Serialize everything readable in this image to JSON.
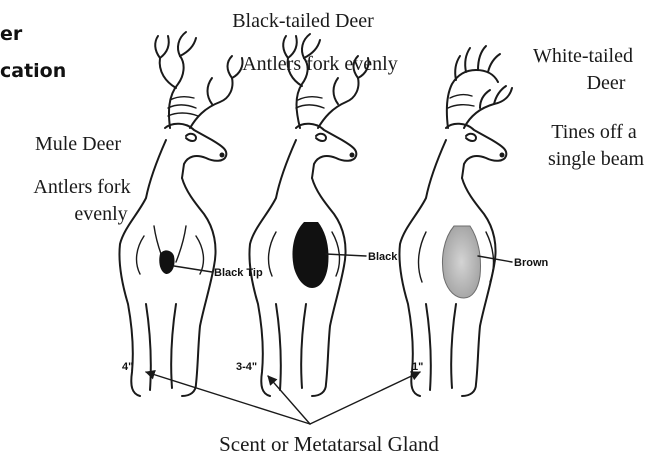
{
  "heading": {
    "line1": "er",
    "line2": "cation"
  },
  "deer": [
    {
      "name": "Mule Deer",
      "antler_note_line1": "Antlers fork",
      "antler_note_line2": "evenly",
      "gland_callout": "Black Tip",
      "gland_color": "#111111",
      "measurement": "4\""
    },
    {
      "name": "Black-tailed Deer",
      "antler_note_line1": "Antlers fork evenly",
      "gland_callout": "Black",
      "gland_color": "#111111",
      "measurement": "3-4\""
    },
    {
      "name_line1": "White-tailed",
      "name_line2": "Deer",
      "antler_note_line1": "Tines off a",
      "antler_note_line2": "single beam",
      "gland_callout": "Brown",
      "gland_color": "#b9b9b9",
      "measurement": "1\""
    }
  ],
  "footer_label": "Scent or Metatarsal Gland"
}
